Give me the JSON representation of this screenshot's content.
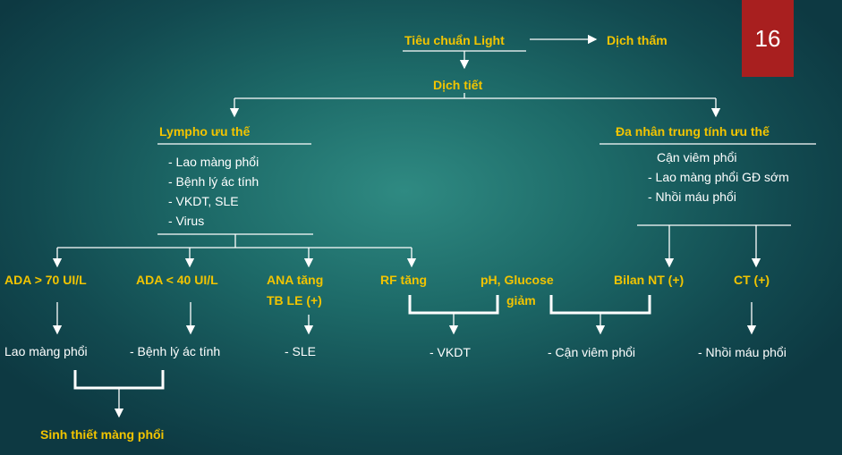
{
  "slide_number": "16",
  "colors": {
    "accent": "#f2c400",
    "badge": "#a81f1f",
    "text": "#ffffff"
  },
  "nodes": {
    "light": "Tiêu chuẩn Light",
    "transudate": "Dịch thấm",
    "exudate": "Dịch tiết",
    "lympho": "Lympho ưu thế",
    "neutro": "Đa nhân trung tính ưu thế",
    "ada70": "ADA > 70 UI/L",
    "ada40": "ADA < 40 UI/L",
    "ana_line1": "ANA tăng",
    "ana_line2": "TB LE (+)",
    "rf": "RF tăng",
    "ph": "pH, Glucose",
    "ph_line2": "giảm",
    "bilan": "Bilan NT (+)",
    "ct": "CT (+)",
    "biopsy": "Sinh thiết màng phổi"
  },
  "lympho_list": [
    "- Lao màng phổi",
    "- Bệnh lý ác tính",
    "- VKDT, SLE",
    "- Virus"
  ],
  "neutro_list": [
    "Cận viêm phổi",
    "- Lao màng phổi GĐ sớm",
    "- Nhồi máu phổi"
  ],
  "results": {
    "r1": "Lao màng phổi",
    "r2": "- Bệnh lý ác tính",
    "r3": "- SLE",
    "r4": "- VKDT",
    "r5": "- Cận viêm phổi",
    "r6": "- Nhồi máu phổi"
  }
}
